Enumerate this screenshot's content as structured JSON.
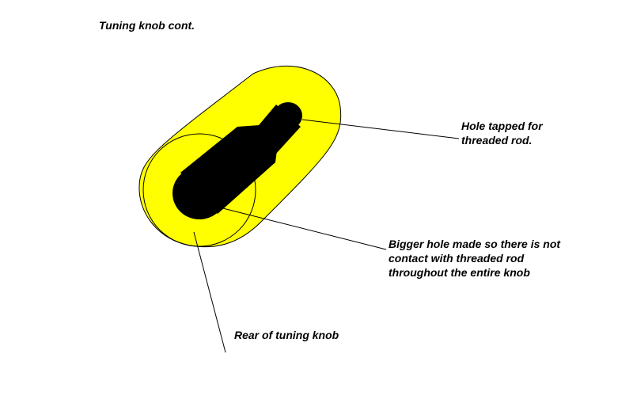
{
  "title": "Tuning knob cont.",
  "labels": {
    "tapped_hole": [
      "Hole tapped for",
      "threaded rod."
    ],
    "bigger_hole": [
      "Bigger hole made so there is not",
      "contact with threaded rod",
      "throughout the entire knob"
    ],
    "rear": "Rear of tuning knob"
  },
  "colors": {
    "knob_body": "#ffff00",
    "hole": "#000000",
    "outline": "#000000",
    "leader_line": "#000000",
    "background": "#ffffff"
  }
}
